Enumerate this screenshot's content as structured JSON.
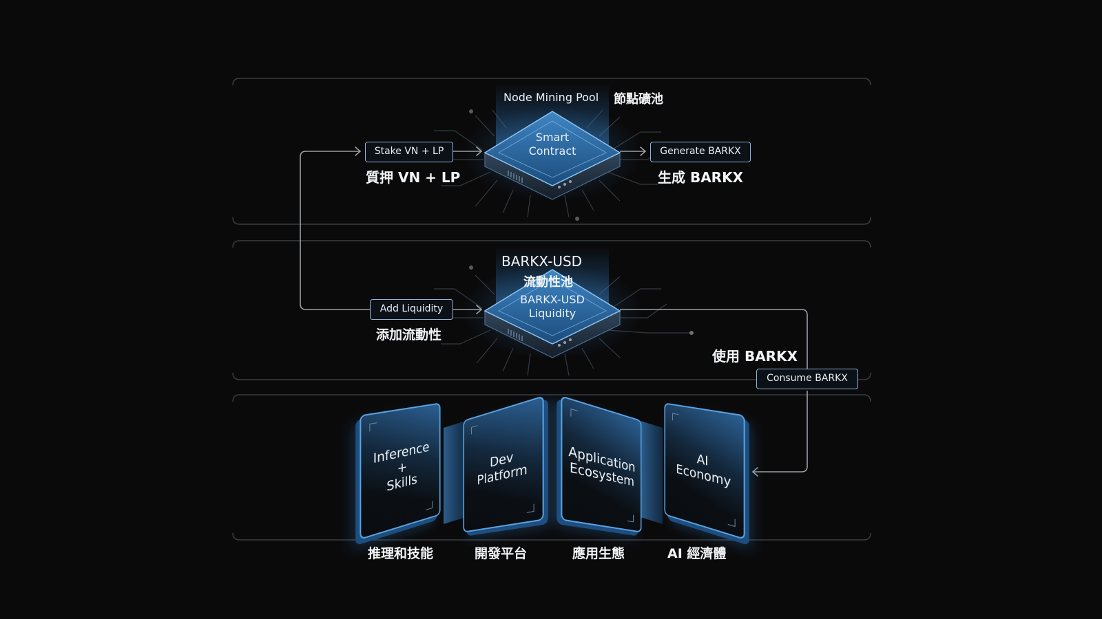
{
  "top": {
    "pool_title": "Node Mining Pool",
    "pool_title_zh": "節點礦池",
    "chip_line1": "Smart",
    "chip_line2": "Contract",
    "stake_tag": "Stake VN + LP",
    "stake_zh": "質押 VN + LP",
    "generate_tag": "Generate BARKX",
    "generate_zh": "生成 BARKX"
  },
  "middle": {
    "pool_title": "BARKX-USD",
    "pool_title_zh": "流動性池",
    "chip_line1": "BARKX-USD",
    "chip_line2": "Liquidity",
    "add_tag": "Add Liquidity",
    "add_zh": "添加流動性",
    "use_zh": "使用 BARKX",
    "consume_tag": "Consume BARKX"
  },
  "bottom": {
    "cards": [
      {
        "label": "Inference\n+\nSkills",
        "label_zh": "推理和技能"
      },
      {
        "label": "Dev\nPlatform",
        "label_zh": "開發平台"
      },
      {
        "label": "Application\nEcosystem",
        "label_zh": "應用生態"
      },
      {
        "label": "AI\nEconomy",
        "label_zh": "AI 經濟體"
      }
    ]
  },
  "colors": {
    "background": "#0a0a0b",
    "panel_border": "#3a3d42",
    "connector": "#9aa0a6",
    "accent_blue": "#5aa3e0",
    "tag_border": "#8fb4d8"
  },
  "icons": {
    "arrow": "arrow-right-icon",
    "chip": "chip-icon"
  }
}
